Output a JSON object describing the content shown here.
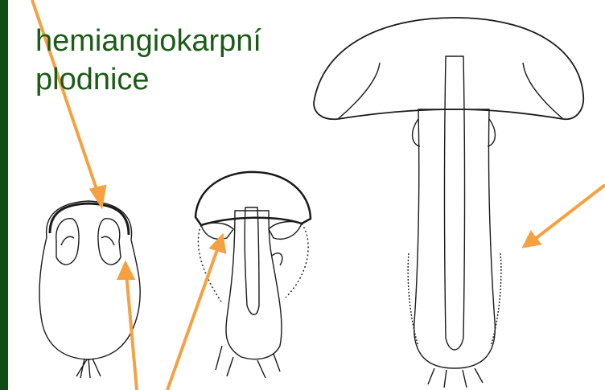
{
  "slide": {
    "title_line1": "hemiangiokarpní",
    "title_line2": "plodnice"
  },
  "colors": {
    "background": "#0d4d12",
    "panel": "#ffffff",
    "title": "#1a5c17",
    "arrow": "#f5a142",
    "ink": "#1a1a1a"
  },
  "figures": [
    {
      "name": "young-fruiting-body"
    },
    {
      "name": "developing-fruiting-body"
    },
    {
      "name": "mature-fruiting-body"
    }
  ]
}
